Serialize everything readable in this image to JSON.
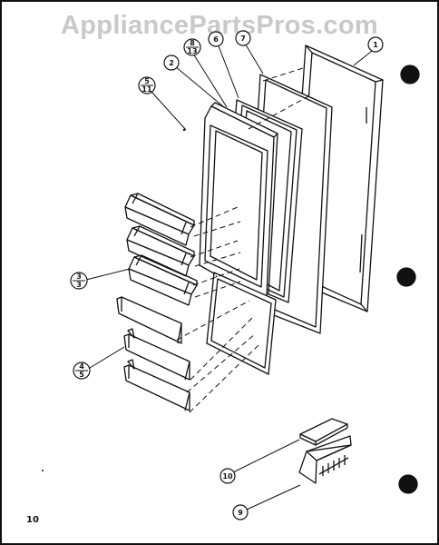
{
  "watermark": "AppliancePartsPros.com",
  "page_number": "10",
  "callouts": [
    {
      "id": "c1",
      "top": "1"
    },
    {
      "id": "c2",
      "top": "2"
    },
    {
      "id": "c3",
      "top": "3",
      "bottom": "3"
    },
    {
      "id": "c4",
      "top": "4",
      "bottom": "5"
    },
    {
      "id": "c5",
      "top": "5",
      "bottom": "11"
    },
    {
      "id": "c6",
      "top": "6"
    },
    {
      "id": "c7",
      "top": "7"
    },
    {
      "id": "c8",
      "top": "8",
      "bottom": "13"
    },
    {
      "id": "c9",
      "top": "9"
    },
    {
      "id": "c10",
      "top": "10"
    }
  ]
}
